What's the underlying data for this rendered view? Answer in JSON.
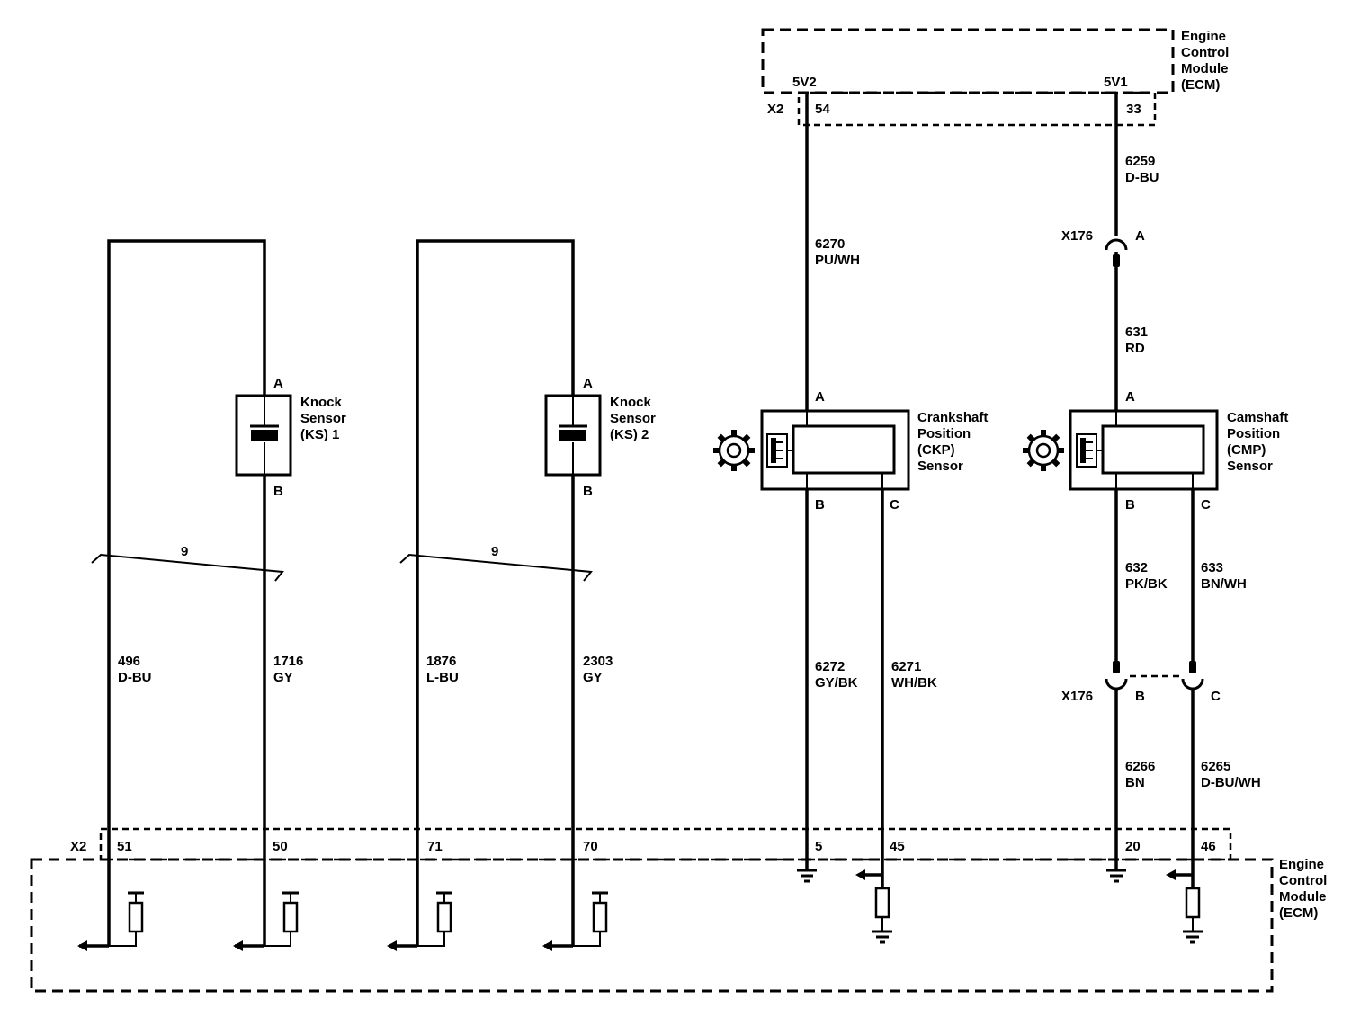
{
  "ecm_top": {
    "label_lines": [
      "Engine",
      "Control",
      "Module",
      "(ECM)"
    ],
    "supply_5v2": "5V2",
    "supply_5v1": "5V1",
    "connector": "X2",
    "pin_54": "54",
    "pin_33": "33"
  },
  "ecm_bottom": {
    "label_lines": [
      "Engine",
      "Control",
      "Module",
      "(ECM)"
    ],
    "connector": "X2",
    "pins": [
      "51",
      "50",
      "71",
      "70",
      "5",
      "45",
      "20",
      "46"
    ]
  },
  "knock_sensor_1": {
    "label_lines": [
      "Knock",
      "Sensor",
      "(KS) 1"
    ],
    "terminal_a": "A",
    "terminal_b": "B",
    "twist_label": "9"
  },
  "knock_sensor_2": {
    "label_lines": [
      "Knock",
      "Sensor",
      "(KS) 2"
    ],
    "terminal_a": "A",
    "terminal_b": "B",
    "twist_label": "9"
  },
  "ckp_sensor": {
    "label_lines": [
      "Crankshaft",
      "Position",
      "(CKP)",
      "Sensor"
    ],
    "terminal_a": "A",
    "terminal_b": "B",
    "terminal_c": "C",
    "icon": "gear-icon"
  },
  "cmp_sensor": {
    "label_lines": [
      "Camshaft",
      "Position",
      "(CMP)",
      "Sensor"
    ],
    "terminal_a": "A",
    "terminal_b": "B",
    "terminal_c": "C",
    "icon": "gear-icon"
  },
  "x176": {
    "connector": "X176",
    "pin_a": "A",
    "pin_b": "B",
    "pin_c": "C"
  },
  "wires": {
    "w496": {
      "circuit": "496",
      "color": "D-BU"
    },
    "w1716": {
      "circuit": "1716",
      "color": "GY"
    },
    "w1876": {
      "circuit": "1876",
      "color": "L-BU"
    },
    "w2303": {
      "circuit": "2303",
      "color": "GY"
    },
    "w6270": {
      "circuit": "6270",
      "color": "PU/WH"
    },
    "w6272": {
      "circuit": "6272",
      "color": "GY/BK"
    },
    "w6271": {
      "circuit": "6271",
      "color": "WH/BK"
    },
    "w6259": {
      "circuit": "6259",
      "color": "D-BU"
    },
    "w631": {
      "circuit": "631",
      "color": "RD"
    },
    "w632": {
      "circuit": "632",
      "color": "PK/BK"
    },
    "w633": {
      "circuit": "633",
      "color": "BN/WH"
    },
    "w6266": {
      "circuit": "6266",
      "color": "BN"
    },
    "w6265": {
      "circuit": "6265",
      "color": "D-BU/WH"
    }
  }
}
